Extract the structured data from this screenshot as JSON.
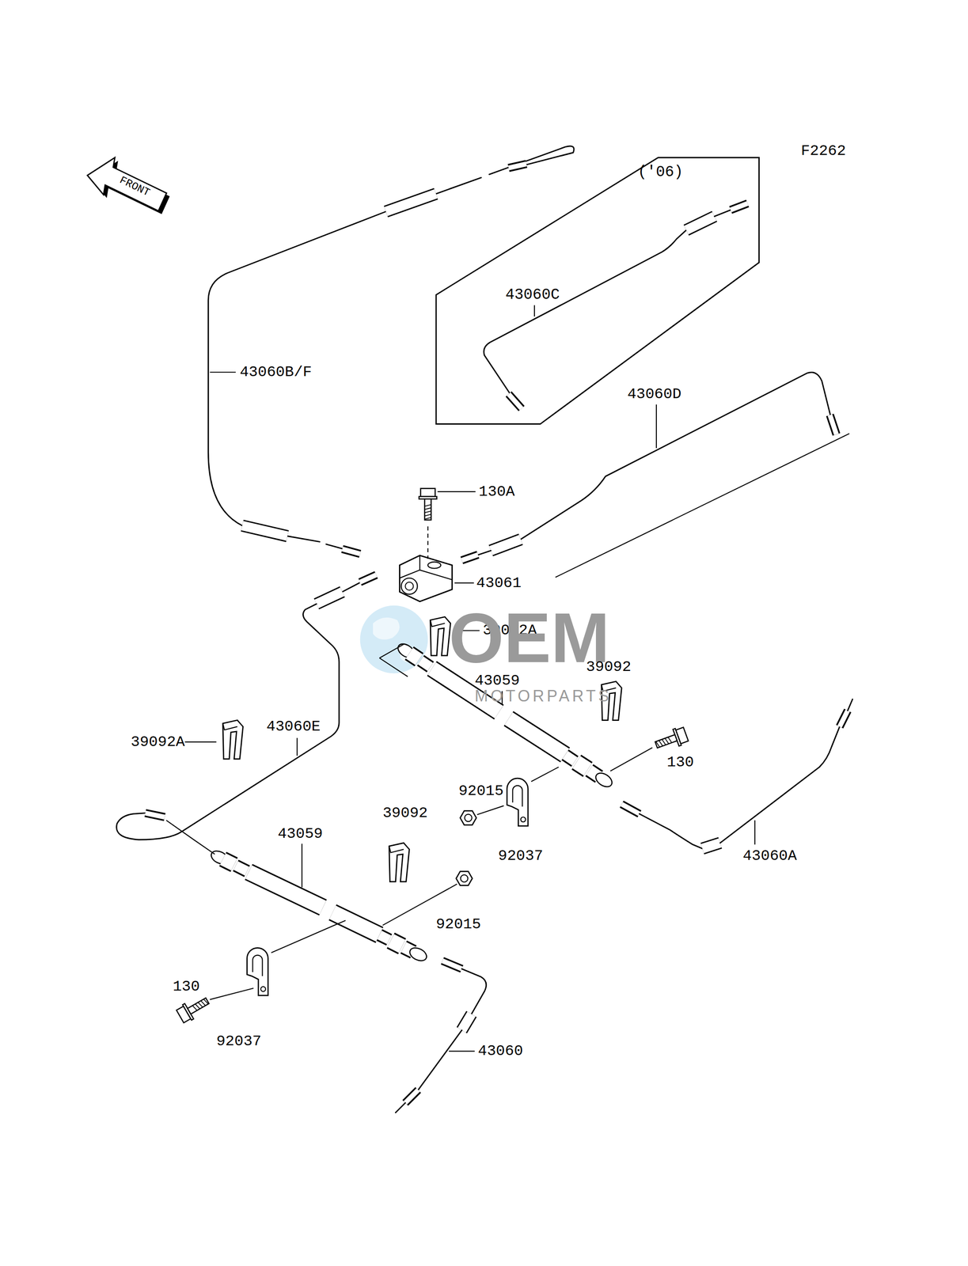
{
  "diagram": {
    "nodes": [
      {
        "text": [
          "FRONT"
        ]
      },
      {
        "text": [
          "('06)",
          "43060C"
        ]
      }
    ],
    "labels": [
      "F2262",
      "43060B/F",
      "43060D",
      "130A",
      "43061",
      "39092A",
      "OEM",
      "43059",
      "MOTORPARTS",
      "39092",
      "130",
      "39092A",
      "43060E",
      "92015",
      "92037",
      "43060A",
      "39092",
      "43059",
      "92015",
      "130",
      "92037",
      "43060"
    ]
  }
}
